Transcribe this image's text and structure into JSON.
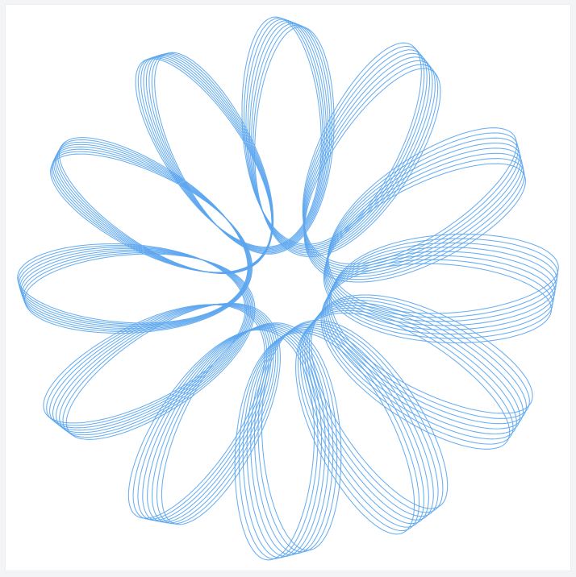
{
  "drawing": {
    "type": "spirograph-rosette",
    "stroke_color": "#5aa5ee",
    "stroke_opacity": 0.9,
    "background": "#ffffff",
    "lobes": 12,
    "repetitions": 8
  }
}
